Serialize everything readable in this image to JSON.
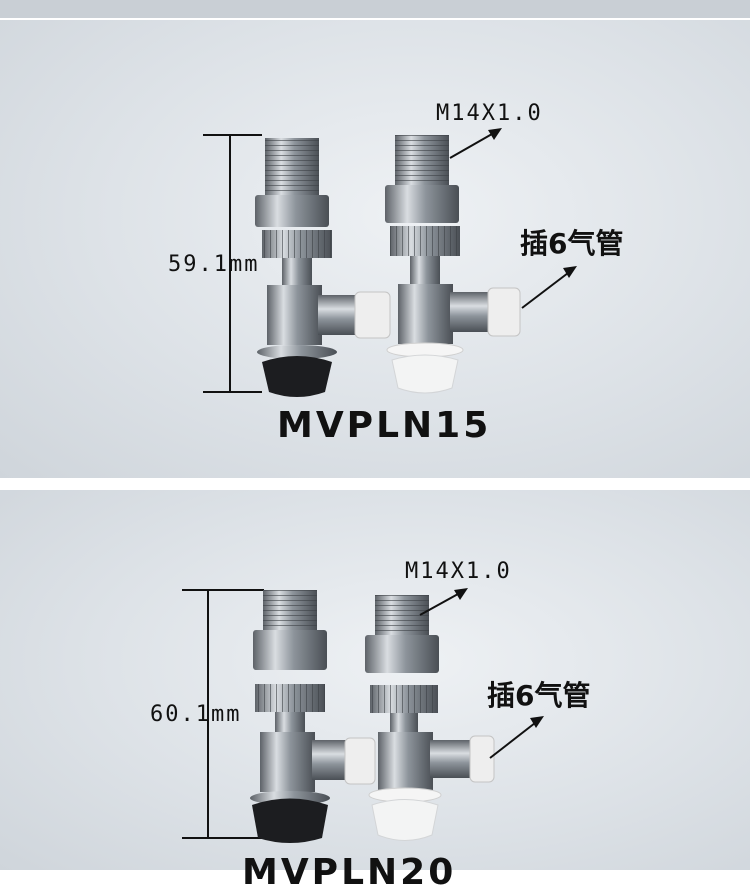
{
  "panels": [
    {
      "dimension": "59.1mm",
      "thread_spec": "M14X1.0",
      "tube_note": "插6气管",
      "model": "MVPLN15"
    },
    {
      "dimension": "60.1mm",
      "thread_spec": "M14X1.0",
      "tube_note": "插6气管",
      "model": "MVPLN20"
    }
  ],
  "colors": {
    "background": "#dde2e7",
    "metal": "#9aa1a8",
    "black_cup": "#1c1d20",
    "clear_cup": "#f1f2f2"
  }
}
